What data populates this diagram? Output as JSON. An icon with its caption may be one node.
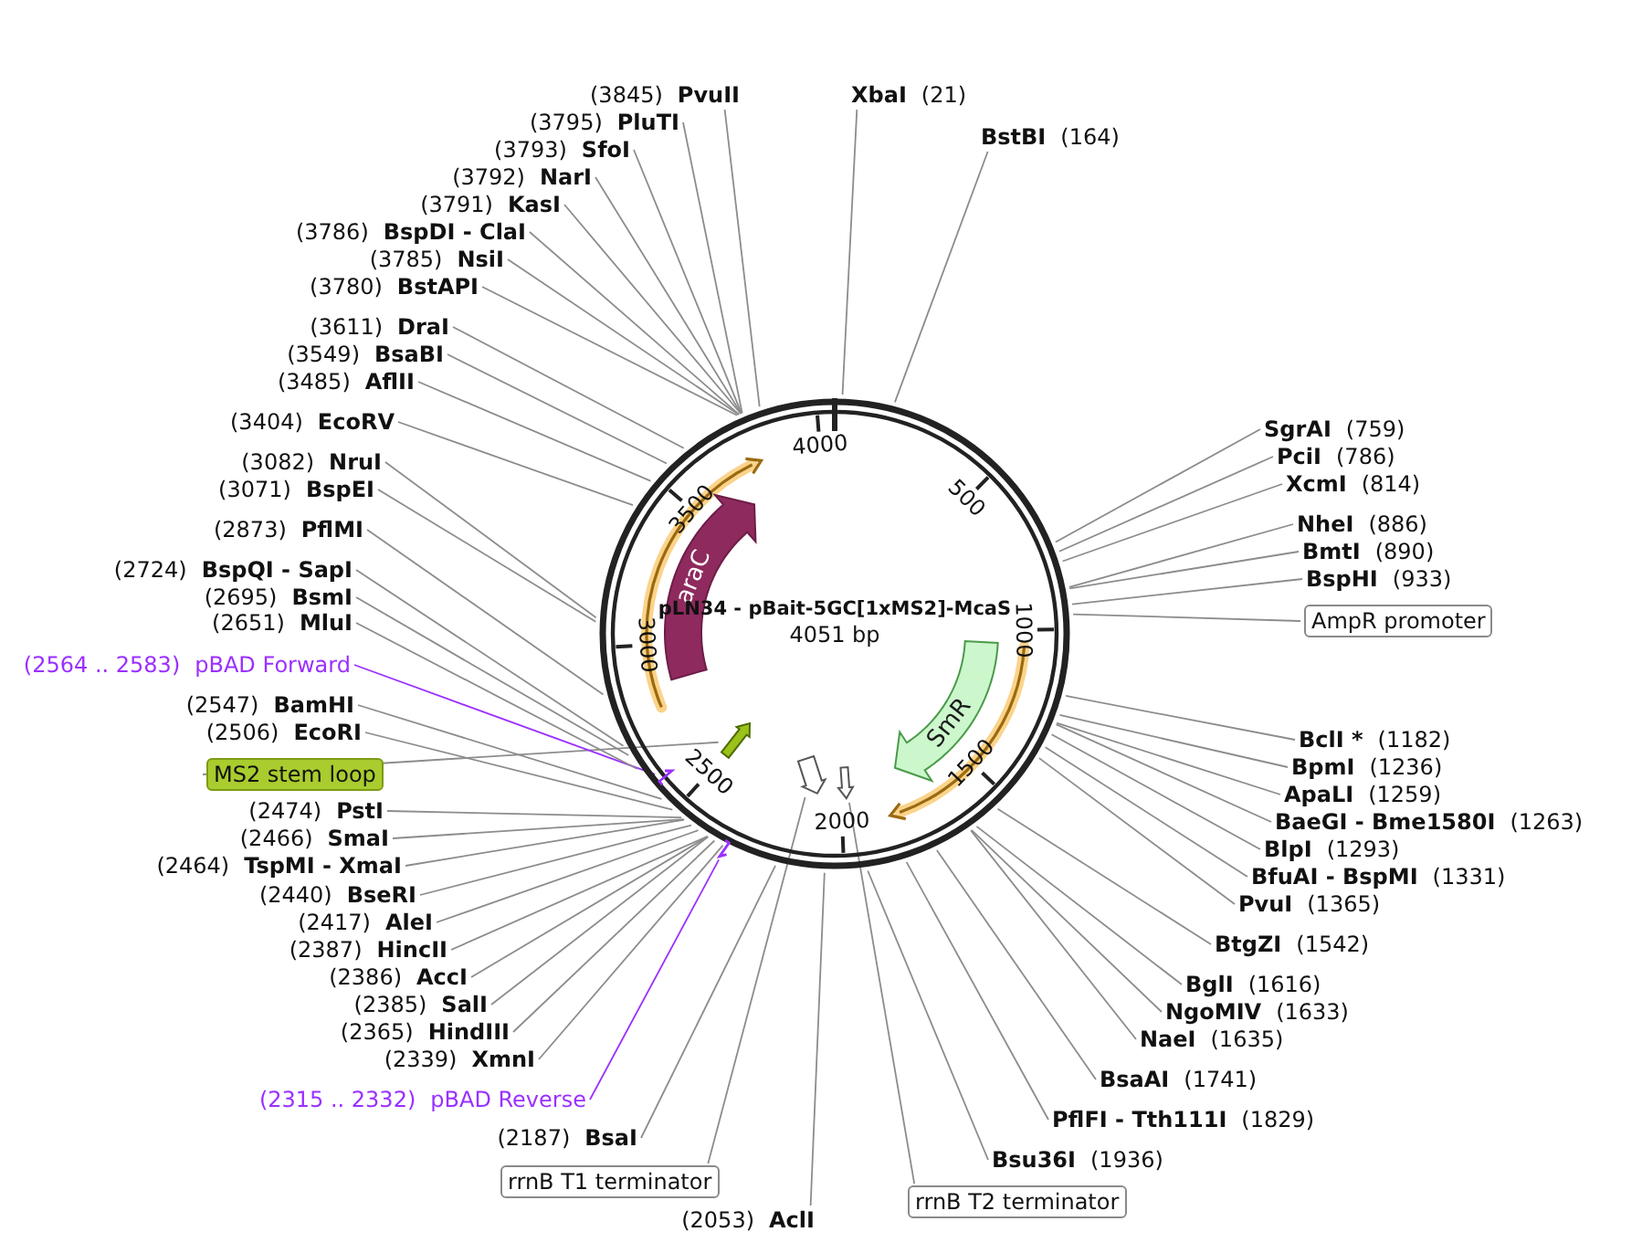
{
  "diagram": {
    "title": "pLN34 - pBait-5GC[1xMS2]-McaS",
    "nodes": [
      {
        "text": [
          "araC"
        ],
        "in": 67
      },
      {
        "text": [
          "SmR"
        ],
        "in": 67
      },
      {
        "text": [],
        "shape": "arrow",
        "in": 67
      },
      {
        "text": [],
        "shape": "arrow",
        "in": 67
      },
      {
        "text": [],
        "shape": "arrow",
        "in": 67
      },
      {
        "text": [],
        "shape": "bracket",
        "in": 67
      },
      {
        "text": [],
        "shape": "bracket"
      },
      {
        "text": [
          "XbaI",
          "(21)"
        ]
      },
      {
        "text": [
          "BstBI",
          "(164)"
        ]
      },
      {
        "text": [
          "SgrAI",
          "(759)"
        ]
      },
      {
        "text": [
          "PciI",
          "(786)"
        ]
      },
      {
        "text": [
          "XcmI",
          "(814)"
        ]
      },
      {
        "text": [
          "NheI",
          "(886)"
        ]
      },
      {
        "text": [
          "BmtI",
          "(890)"
        ]
      },
      {
        "text": [
          "BspHI",
          "(933)"
        ]
      },
      {
        "text": [
          "AmpR promoter"
        ]
      },
      {
        "text": [
          "BclI *",
          "(1182)"
        ]
      },
      {
        "text": [
          "BpmI",
          "(1236)"
        ]
      },
      {
        "text": [
          "ApaLI",
          "(1259)"
        ]
      },
      {
        "text": [
          "BaeGI - Bme1580I",
          "(1263)"
        ]
      },
      {
        "text": [
          "BlpI",
          "(1293)"
        ]
      },
      {
        "text": [
          "BfuAI - BspMI",
          "(1331)"
        ]
      },
      {
        "text": [
          "PvuI",
          "(1365)"
        ]
      },
      {
        "text": [
          "BtgZI",
          "(1542)"
        ]
      },
      {
        "text": [
          "BglI",
          "(1616)"
        ]
      },
      {
        "text": [
          "NgoMIV",
          "(1633)"
        ]
      },
      {
        "text": [
          "NaeI",
          "(1635)"
        ]
      },
      {
        "text": [
          "BsaAI",
          "(1741)"
        ]
      },
      {
        "text": [
          "PflFI - Tth111I",
          "(1829)"
        ]
      },
      {
        "text": [
          "Bsu36I",
          "(1936)"
        ]
      },
      {
        "text": [
          "rrnB T2 terminator"
        ]
      },
      {
        "text": [
          "(2053)",
          "AclI"
        ]
      },
      {
        "text": [
          "rrnB T1 terminator"
        ]
      },
      {
        "text": [
          "(2187)",
          "BsaI"
        ]
      },
      {
        "text": [
          "(2315 .. 2332)",
          "pBAD Reverse"
        ]
      },
      {
        "text": [
          "(2339)",
          "XmnI"
        ]
      },
      {
        "text": [
          "(2365)",
          "HindIII"
        ]
      },
      {
        "text": [
          "(2385)",
          "SalI"
        ]
      },
      {
        "text": [
          "(2386)",
          "AccI"
        ]
      },
      {
        "text": [
          "(2387)",
          "HincII"
        ]
      },
      {
        "text": [
          "(2417)",
          "AleI"
        ]
      },
      {
        "text": [
          "(2440)",
          "BseRI"
        ]
      },
      {
        "text": [
          "(2464)",
          "TspMI - XmaI"
        ]
      },
      {
        "text": [
          "(2466)",
          "SmaI"
        ]
      },
      {
        "text": [
          "(2474)",
          "PstI"
        ]
      },
      {
        "text": [
          "MS2 stem loop"
        ]
      },
      {
        "text": [
          "(2506)",
          "EcoRI"
        ]
      },
      {
        "text": [
          "(2547)",
          "BamHI"
        ]
      },
      {
        "text": [
          "(2564 .. 2583)",
          "pBAD Forward"
        ]
      },
      {
        "text": [
          "(2651)",
          "MluI"
        ]
      },
      {
        "text": [
          "(2695)",
          "BsmI"
        ]
      },
      {
        "text": [
          "(2724)",
          "BspQI - SapI"
        ]
      },
      {
        "text": [
          "(2873)",
          "PflMI"
        ]
      },
      {
        "text": [
          "(3071)",
          "BspEI"
        ]
      },
      {
        "text": [
          "(3082)",
          "NruI"
        ]
      },
      {
        "text": [
          "(3404)",
          "EcoRV"
        ]
      },
      {
        "text": [
          "(3485)",
          "AflII"
        ]
      },
      {
        "text": [
          "(3549)",
          "BsaBI"
        ]
      },
      {
        "text": [
          "(3611)",
          "DraI"
        ]
      },
      {
        "text": [
          "(3780)",
          "BstAPI"
        ]
      },
      {
        "text": [
          "(3785)",
          "NsiI"
        ]
      },
      {
        "text": [
          "(3786)",
          "BspDI - ClaI"
        ]
      },
      {
        "text": [
          "(3791)",
          "KasI"
        ]
      },
      {
        "text": [
          "(3792)",
          "NarI"
        ]
      },
      {
        "text": [
          "(3793)",
          "SfoI"
        ]
      },
      {
        "text": [
          "(3795)",
          "PluTI"
        ]
      },
      {
        "text": [
          "(3845)",
          "PvuII"
        ]
      },
      {
        "text": [],
        "shape": "circle"
      }
    ],
    "edges": [
      {
        "from": 7,
        "to": 67,
        "arrow": "none"
      },
      {
        "from": 8,
        "to": 67,
        "arrow": "none"
      },
      {
        "from": 9,
        "to": 67,
        "arrow": "none"
      },
      {
        "from": 10,
        "to": 67,
        "arrow": "none"
      },
      {
        "from": 11,
        "to": 67,
        "arrow": "none"
      },
      {
        "from": 12,
        "to": 67,
        "arrow": "none"
      },
      {
        "from": 13,
        "to": 67,
        "arrow": "none"
      },
      {
        "from": 14,
        "to": 67,
        "arrow": "none"
      },
      {
        "from": 15,
        "to": 67,
        "arrow": "none"
      },
      {
        "from": 16,
        "to": 67,
        "arrow": "none"
      },
      {
        "from": 17,
        "to": 67,
        "arrow": "none"
      },
      {
        "from": 18,
        "to": 67,
        "arrow": "none"
      },
      {
        "from": 19,
        "to": 67,
        "arrow": "none"
      },
      {
        "from": 20,
        "to": 67,
        "arrow": "none"
      },
      {
        "from": 21,
        "to": 67,
        "arrow": "none"
      },
      {
        "from": 22,
        "to": 67,
        "arrow": "none"
      },
      {
        "from": 23,
        "to": 67,
        "arrow": "none"
      },
      {
        "from": 24,
        "to": 67,
        "arrow": "none"
      },
      {
        "from": 25,
        "to": 67,
        "arrow": "none"
      },
      {
        "from": 26,
        "to": 67,
        "arrow": "none"
      },
      {
        "from": 27,
        "to": 67,
        "arrow": "none"
      },
      {
        "from": 28,
        "to": 67,
        "arrow": "none"
      },
      {
        "from": 29,
        "to": 67,
        "arrow": "none"
      },
      {
        "from": 30,
        "to": 4,
        "arrow": "none"
      },
      {
        "from": 31,
        "to": 67,
        "arrow": "none"
      },
      {
        "from": 32,
        "to": 3,
        "arrow": "none"
      },
      {
        "from": 33,
        "to": 67,
        "arrow": "none"
      },
      {
        "from": 34,
        "to": 6,
        "arrow": "none",
        "color": "#9b30ff"
      },
      {
        "from": 35,
        "to": 67,
        "arrow": "none"
      },
      {
        "from": 36,
        "to": 67,
        "arrow": "none"
      },
      {
        "from": 37,
        "to": 67,
        "arrow": "none"
      },
      {
        "from": 38,
        "to": 67,
        "arrow": "none"
      },
      {
        "from": 39,
        "to": 67,
        "arrow": "none"
      },
      {
        "from": 40,
        "to": 67,
        "arrow": "none"
      },
      {
        "from": 41,
        "to": 67,
        "arrow": "none"
      },
      {
        "from": 42,
        "to": 67,
        "arrow": "none"
      },
      {
        "from": 43,
        "to": 67,
        "arrow": "none"
      },
      {
        "from": 44,
        "to": 67,
        "arrow": "none"
      },
      {
        "from": 45,
        "to": 2,
        "arrow": "none"
      },
      {
        "from": 46,
        "to": 67,
        "arrow": "none"
      },
      {
        "from": 47,
        "to": 67,
        "arrow": "none"
      },
      {
        "from": 48,
        "to": 5,
        "arrow": "none",
        "color": "#9b30ff"
      },
      {
        "from": 49,
        "to": 67,
        "arrow": "none"
      },
      {
        "from": 50,
        "to": 67,
        "arrow": "none"
      },
      {
        "from": 51,
        "to": 67,
        "arrow": "none"
      },
      {
        "from": 52,
        "to": 67,
        "arrow": "none"
      },
      {
        "from": 53,
        "to": 67,
        "arrow": "none"
      },
      {
        "from": 54,
        "to": 67,
        "arrow": "none"
      },
      {
        "from": 55,
        "to": 67,
        "arrow": "none"
      },
      {
        "from": 56,
        "to": 67,
        "arrow": "none"
      },
      {
        "from": 57,
        "to": 67,
        "arrow": "none"
      },
      {
        "from": 58,
        "to": 67,
        "arrow": "none"
      },
      {
        "from": 59,
        "to": 67,
        "arrow": "none"
      },
      {
        "from": 60,
        "to": 67,
        "arrow": "none"
      },
      {
        "from": 61,
        "to": 67,
        "arrow": "none"
      },
      {
        "from": 62,
        "to": 67,
        "arrow": "none"
      },
      {
        "from": 63,
        "to": 67,
        "arrow": "none"
      },
      {
        "from": 64,
        "to": 67,
        "arrow": "none"
      },
      {
        "from": 65,
        "to": 67,
        "arrow": "none"
      },
      {
        "from": 66,
        "to": 67,
        "arrow": "none"
      }
    ],
    "labels": [
      "4051 bp",
      "500",
      "1000",
      "1500",
      "2000",
      "2500",
      "3000",
      "3500",
      "4000"
    ]
  }
}
